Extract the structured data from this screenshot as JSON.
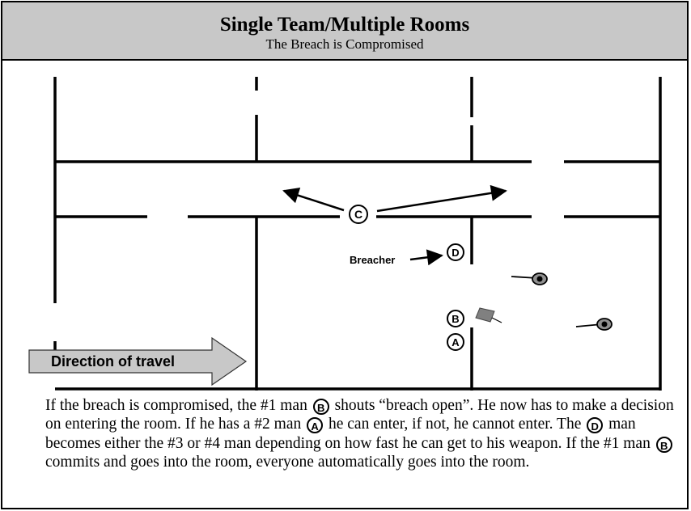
{
  "header": {
    "title": "Single Team/Multiple Rooms",
    "subtitle": "The Breach is Compromised"
  },
  "diagram": {
    "markers": {
      "c": "C",
      "d": "D",
      "b": "B",
      "a": "A"
    },
    "breacher_label": "Breacher",
    "direction_label": "Direction of travel"
  },
  "caption": {
    "p1": "If the breach is compromised, the #1 man ",
    "m1": "B",
    "p2": " shouts “breach open”. He now has to make a decision on entering the room. If he has a #2 man ",
    "m2": "A",
    "p3": " he can enter, if not, he cannot enter. The ",
    "m3": "D",
    "p4": " man becomes either the #3 or #4 man depending on how fast he can get to his weapon. If the #1 man ",
    "m4": "B",
    "p5": " commits and goes into the room, everyone automatically goes into the room."
  }
}
